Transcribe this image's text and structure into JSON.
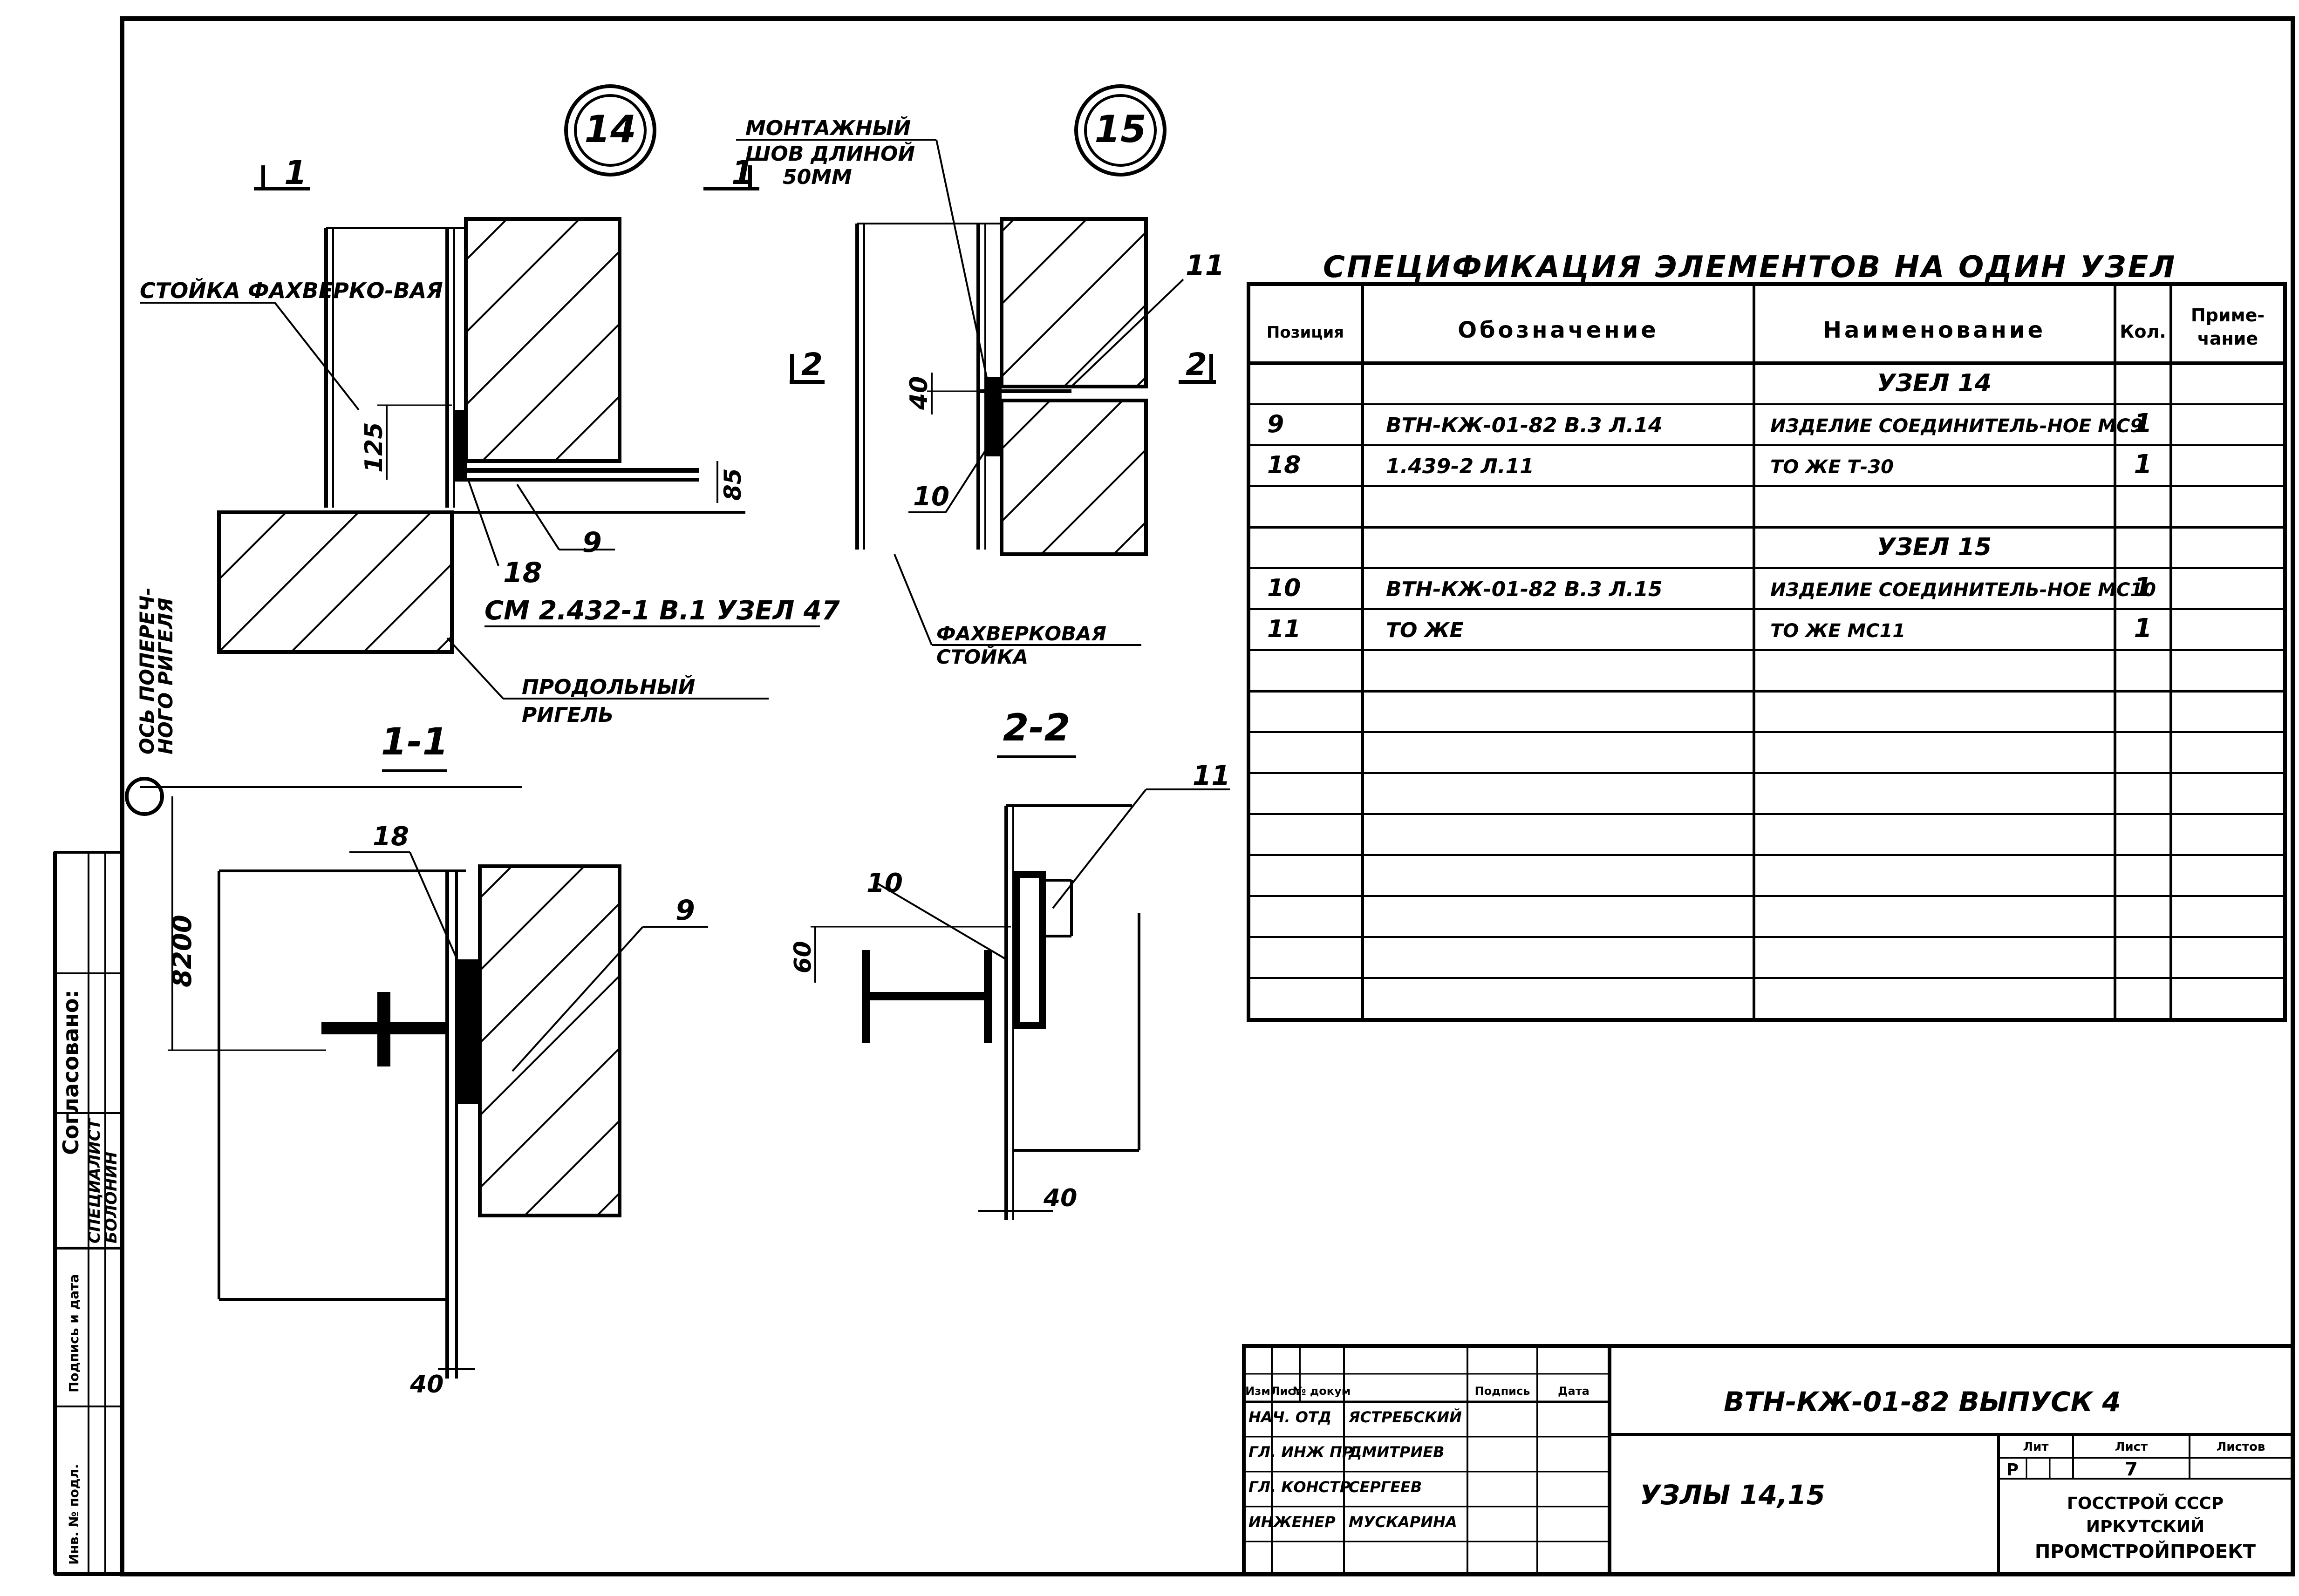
{
  "sheet": {
    "title_block": {
      "designation": "ВТН-КЖ-01-82 ВЫПУСК 4",
      "sheet_name": "УЗЛЫ 14,15",
      "headers": [
        "Изм",
        "Лист",
        "№ докум",
        "Подпись",
        "Дата"
      ],
      "staff": [
        {
          "role": "НАЧ. ОТД",
          "name": "ЯСТРЕБСКИЙ"
        },
        {
          "role": "ГЛ. ИНЖ ПР",
          "name": "ДМИТРИЕВ"
        },
        {
          "role": "ГЛ. КОНСТР",
          "name": "СЕРГЕЕВ"
        },
        {
          "role": "ИНЖЕНЕР",
          "name": "МУСКАРИНА"
        },
        {
          "role": "",
          "name": ""
        }
      ],
      "stage_label": "Лит",
      "stage": "Р",
      "sheet_label": "Лист",
      "sheet_no": "7",
      "sheets_label": "Листов",
      "org_lines": [
        "ГОССТРОЙ СССР",
        "ИРКУТСКИЙ",
        "ПРОМСТРОЙПРОЕКТ"
      ]
    },
    "left_strip": {
      "agreed": "Согласовано:",
      "labels": [
        "Инв. № подл.",
        "Подпись и дата"
      ],
      "sig_rows": [
        "СПЕЦИАЛИСТ",
        "БОЛОНИН"
      ]
    }
  },
  "nodes": {
    "node14": {
      "number": "14",
      "section_mark": "1",
      "section_title": "1-1"
    },
    "node15": {
      "number": "15",
      "section_mark": "2",
      "section_title": "2-2"
    }
  },
  "callouts": {
    "column": "СТОЙКА ФАХВЕРКО-ВАЯ",
    "weld": [
      "МОНТАЖНЫЙ",
      "ШОВ ДЛИНОЙ",
      "50ММ"
    ],
    "ref": "СМ 2.432-1 В.1 УЗЕЛ 47",
    "beam": [
      "ПРОДОЛЬНЫЙ",
      "РИГЕЛЬ"
    ],
    "column15": [
      "ФАХВЕРКОВАЯ",
      "СТОЙКА"
    ],
    "axis": [
      "ОСЬ ПОПЕРЕЧ-",
      "НОГО РИГЕЛЯ"
    ]
  },
  "dimensions": {
    "d125": "125",
    "d85": "85",
    "d40a": "40",
    "d8200": "8200",
    "d40b": "40",
    "d60": "60",
    "d40c": "40"
  },
  "positions": {
    "p9a": "9",
    "p18a": "18",
    "p10a": "10",
    "p11a": "11",
    "p18b": "18",
    "p9b": "9",
    "p10b": "10",
    "p11b": "11"
  },
  "spec": {
    "title": "СПЕЦИФИКАЦИЯ ЭЛЕМЕНТОВ НА ОДИН УЗЕЛ",
    "headers": [
      "Позиция",
      "Обозначение",
      "Наименование",
      "Кол.",
      "Приме-",
      "чание"
    ],
    "rows": [
      {
        "pos": "",
        "des": "",
        "name": "УЗЕЛ 14",
        "qty": "",
        "note": ""
      },
      {
        "pos": "9",
        "des": "ВТН-КЖ-01-82 В.3 Л.14",
        "name": "ИЗДЕЛИЕ СОЕДИНИТЕЛЬ-НОЕ МС9",
        "qty": "1",
        "note": ""
      },
      {
        "pos": "18",
        "des": "1.439-2 Л.11",
        "name": "ТО ЖЕ Т-30",
        "qty": "1",
        "note": ""
      },
      {
        "pos": "",
        "des": "",
        "name": "",
        "qty": "",
        "note": ""
      },
      {
        "pos": "",
        "des": "",
        "name": "УЗЕЛ 15",
        "qty": "",
        "note": ""
      },
      {
        "pos": "10",
        "des": "ВТН-КЖ-01-82 В.3 Л.15",
        "name": "ИЗДЕЛИЕ СОЕДИНИТЕЛЬ-НОЕ МС10",
        "qty": "1",
        "note": ""
      },
      {
        "pos": "11",
        "des": "ТО ЖЕ",
        "name": "ТО ЖЕ МС11",
        "qty": "1",
        "note": ""
      },
      {
        "pos": "",
        "des": "",
        "name": "",
        "qty": "",
        "note": ""
      },
      {
        "pos": "",
        "des": "",
        "name": "",
        "qty": "",
        "note": ""
      },
      {
        "pos": "",
        "des": "",
        "name": "",
        "qty": "",
        "note": ""
      },
      {
        "pos": "",
        "des": "",
        "name": "",
        "qty": "",
        "note": ""
      },
      {
        "pos": "",
        "des": "",
        "name": "",
        "qty": "",
        "note": ""
      },
      {
        "pos": "",
        "des": "",
        "name": "",
        "qty": "",
        "note": ""
      },
      {
        "pos": "",
        "des": "",
        "name": "",
        "qty": "",
        "note": ""
      },
      {
        "pos": "",
        "des": "",
        "name": "",
        "qty": "",
        "note": ""
      },
      {
        "pos": "",
        "des": "",
        "name": "",
        "qty": "",
        "note": ""
      }
    ]
  }
}
